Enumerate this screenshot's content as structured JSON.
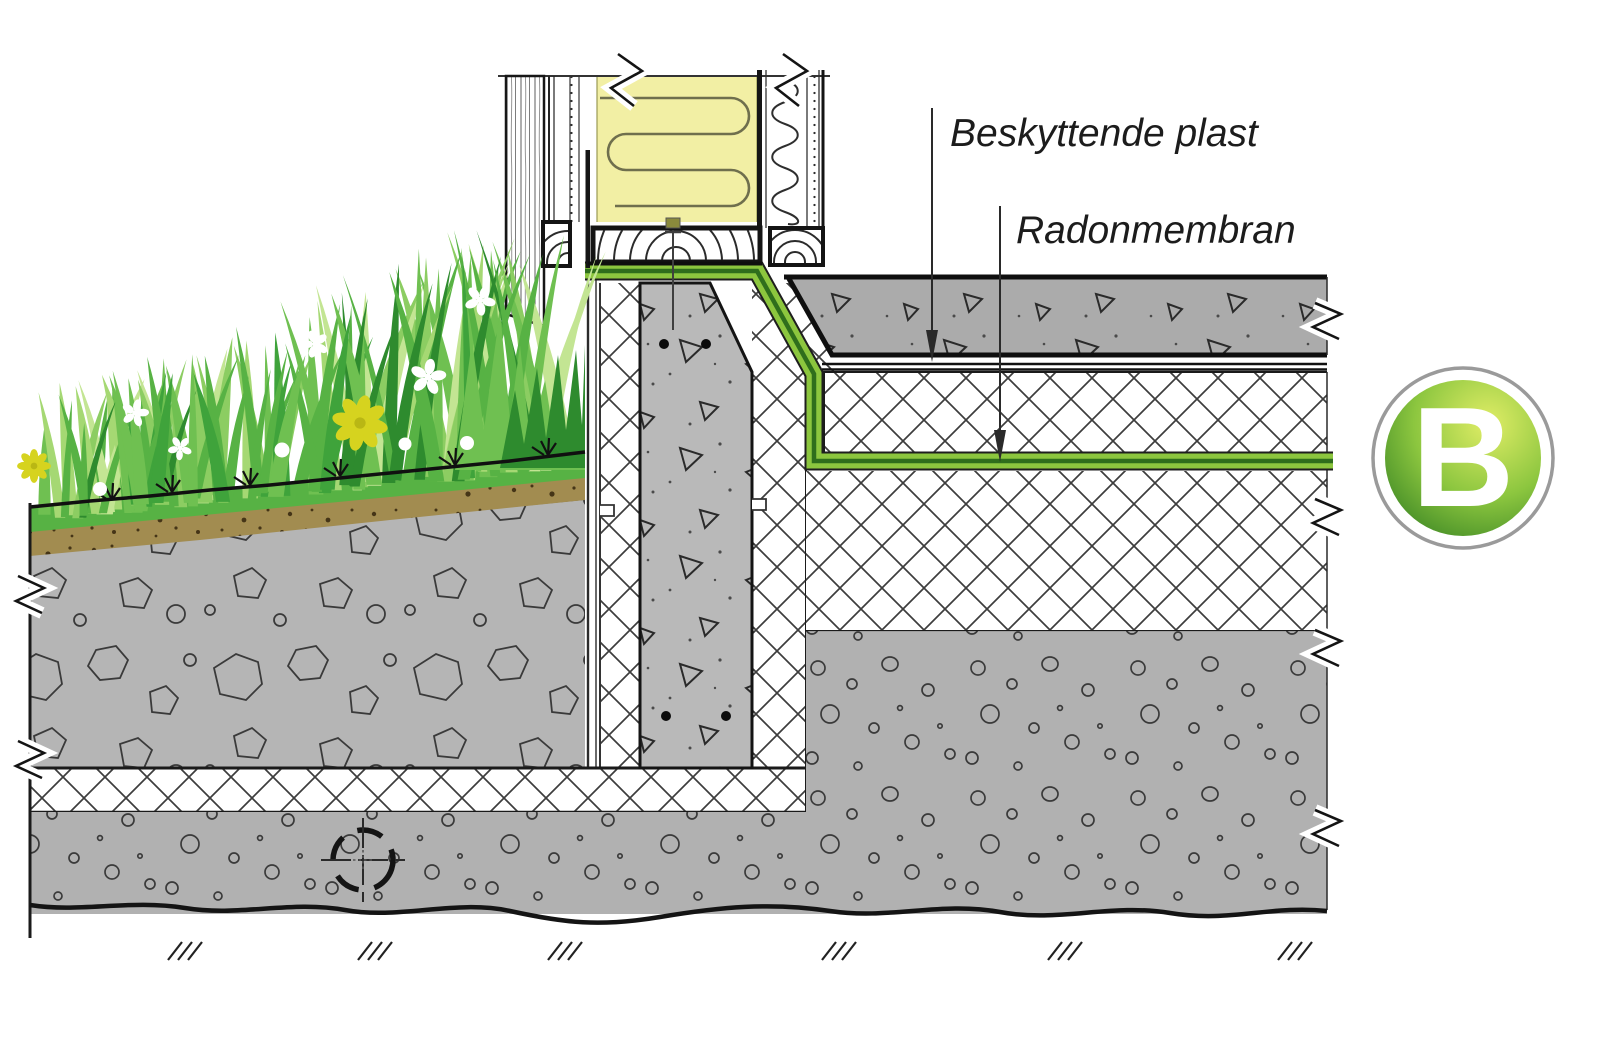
{
  "diagram_labels": {
    "beskyttende_plast": "Beskyttende plast",
    "radonmembran": "Radonmembran"
  },
  "badge": {
    "letter": "B"
  },
  "colors": {
    "membrane_light": "#8cc63e",
    "membrane_dark": "#2f6e1c",
    "membrane_edge": "#1e1e1e",
    "insulation_yellow": "#f2efa4",
    "concrete_wall": "#b9b9b9",
    "concrete_slab": "#ababab",
    "soil": "#b5b5b5",
    "gravel": "#b1b1b1",
    "topsoil": "#a28c50",
    "label_text": "#1c1c1c",
    "leader_line": "#2a2a2a",
    "badge_ring": "#9a9a9a",
    "badge_letter": "#ffffff",
    "badge_grad_light": "#e0ed66",
    "badge_grad_mid": "#8cc63f",
    "badge_grad_dark": "#2c7a1f",
    "grass_palette": [
      "#2e8b2e",
      "#3fa33b",
      "#57b244",
      "#6fc051",
      "#8ccd62",
      "#a5d873",
      "#c3e593"
    ]
  }
}
